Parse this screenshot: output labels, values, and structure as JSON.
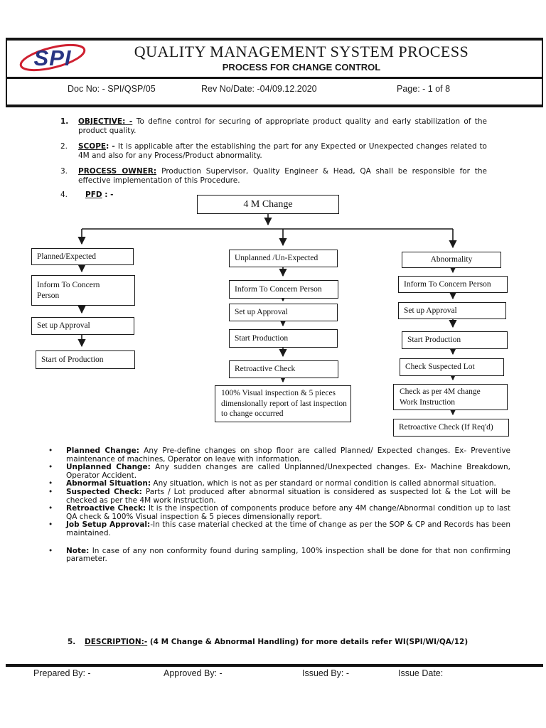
{
  "header": {
    "logo_text": "SPI",
    "logo_colors": {
      "blue": "#283583",
      "red": "#cf2030"
    },
    "title": "QUALITY MANAGEMENT SYSTEM PROCESS",
    "subtitle": "PROCESS FOR CHANGE CONTROL",
    "doc_no": "Doc No: - SPI/QSP/05",
    "rev_no_date": "Rev No/Date: -04/09.12.2020",
    "page": "Page: - 1 of 8"
  },
  "sections": [
    {
      "num": "1.",
      "label": "OBJECTIVE: -",
      "sep": " ",
      "text": "To define control for securing of appropriate product quality and early stabilization of the product quality."
    },
    {
      "num": "2.",
      "label": "SCOPE",
      "sep": ": - ",
      "text": "It is applicable after the establishing the part for any Expected or Unexpected changes related to 4M and also for any Process/Product abnormality."
    },
    {
      "num": "3.",
      "label": "PROCESS OWNER:",
      "sep": " ",
      "text": "Production Supervisor, Quality Engineer & Head, QA shall be responsible for the effective implementation of this Procedure."
    },
    {
      "num": "4.",
      "label": "PFD",
      "sep": " : -",
      "text": ""
    }
  ],
  "flowchart": {
    "root": "4 M Change",
    "columns": [
      {
        "boxes": [
          "Planned/Expected",
          "Inform To Concern Person",
          "Set up Approval",
          "Start of Production"
        ]
      },
      {
        "boxes": [
          "Unplanned /Un-Expected",
          "Inform To Concern Person",
          "Set up Approval",
          "Start Production",
          "Retroactive Check",
          "100% Visual inspection & 5 pieces dimensionally report of last inspection to change occurred"
        ]
      },
      {
        "boxes": [
          "Abnormality",
          "Inform To Concern Person",
          "Set up Approval",
          "Start Production",
          "Check Suspected Lot",
          "Check as per 4M change Work Instruction",
          "Retroactive Check (If Req'd)"
        ]
      }
    ]
  },
  "definitions": [
    {
      "label": "Planned Change:",
      "text": " Any Pre-define changes on shop floor are called Planned/ Expected changes. Ex- Preventive maintenance of machines, Operator on leave with information."
    },
    {
      "label": "Unplanned Change:",
      "text": " Any sudden changes are called Unplanned/Unexpected changes. Ex- Machine Breakdown, Operator Accident."
    },
    {
      "label": "Abnormal Situation:",
      "text": " Any situation, which is not as per standard or normal condition is called abnormal situation."
    },
    {
      "label": "Suspected Check:",
      "text": " Parts / Lot produced after abnormal situation is considered as suspected lot & the Lot will be checked as per the 4M work instruction."
    },
    {
      "label": "Retroactive Check:",
      "text": " It is the inspection of components produce before any 4M change/Abnormal condition up to last QA check & 100% Visual inspection & 5 pieces dimensionally report."
    },
    {
      "label": "Job Setup Approval:",
      "text": "-In this case material checked at the time of change as per the SOP & CP and Records has been maintained."
    }
  ],
  "note": {
    "label": "Note:",
    "text": " In case of any non conformity found during sampling, 100% inspection shall be done for that non confirming parameter."
  },
  "description": {
    "num": "5.",
    "label": "DESCRIPTION:-",
    "text": " (4 M Change & Abnormal Handling) for more details refer WI(SPI/WI/QA/12)"
  },
  "footer": {
    "prepared_by": "Prepared By: -",
    "approved_by": "Approved By: -",
    "issued_by": "Issued By: -",
    "issue_date": "Issue Date:"
  }
}
